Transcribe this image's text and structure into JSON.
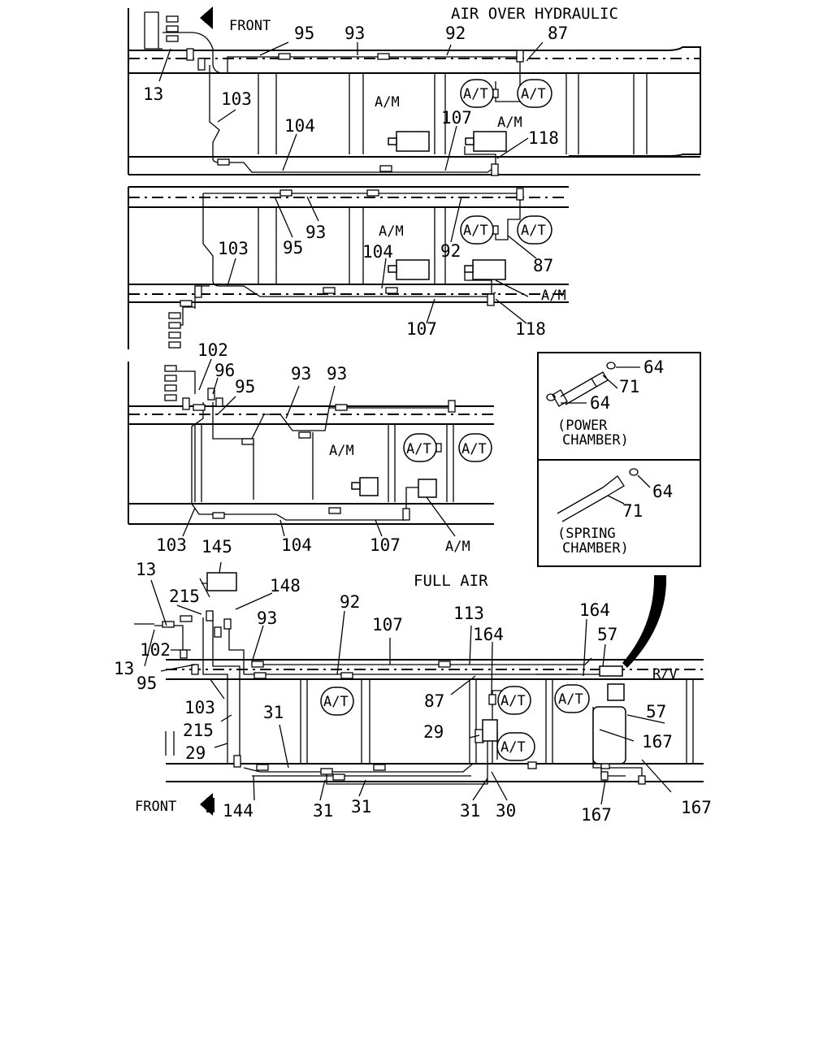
{
  "titles": {
    "air_over_hydraulic": "AIR OVER HYDRAULIC",
    "full_air": "FULL AIR"
  },
  "labels": {
    "front": "FRONT",
    "am": "A/M",
    "at": "A/T",
    "rv": "R/V"
  },
  "inset": {
    "power_l1": "(POWER",
    "power_l2": "CHAMBER)",
    "spring_l1": "(SPRING",
    "spring_l2": "CHAMBER)",
    "num64": "64",
    "num71": "71"
  },
  "callouts": {
    "p1": {
      "n95": "95",
      "n93": "93",
      "n92": "92",
      "n87": "87",
      "n13": "13",
      "n103": "103",
      "n104": "104",
      "n107": "107",
      "n118": "118"
    },
    "p2": {
      "n93": "93",
      "n95": "95",
      "n103": "103",
      "n104": "104",
      "n92": "92",
      "n87": "87",
      "n107": "107",
      "n118": "118"
    },
    "p3": {
      "n102": "102",
      "n96": "96",
      "n95": "95",
      "n93a": "93",
      "n93b": "93",
      "n103": "103",
      "n104": "104",
      "n107": "107"
    },
    "p4": {
      "n13a": "13",
      "n145": "145",
      "n148": "148",
      "n215a": "215",
      "n102": "102",
      "n13b": "13",
      "n95": "95",
      "n93": "93",
      "n92": "92",
      "n107": "107",
      "n113": "113",
      "n164a": "164",
      "n164b": "164",
      "n57a": "57",
      "n57b": "57",
      "n87": "87",
      "n103": "103",
      "n215b": "215",
      "n31a": "31",
      "n29a": "29",
      "n29b": "29",
      "n167a": "167",
      "n144": "144",
      "n31b": "31",
      "n31c": "31",
      "n31d": "31",
      "n30": "30",
      "n167b": "167",
      "n167c": "167"
    }
  }
}
